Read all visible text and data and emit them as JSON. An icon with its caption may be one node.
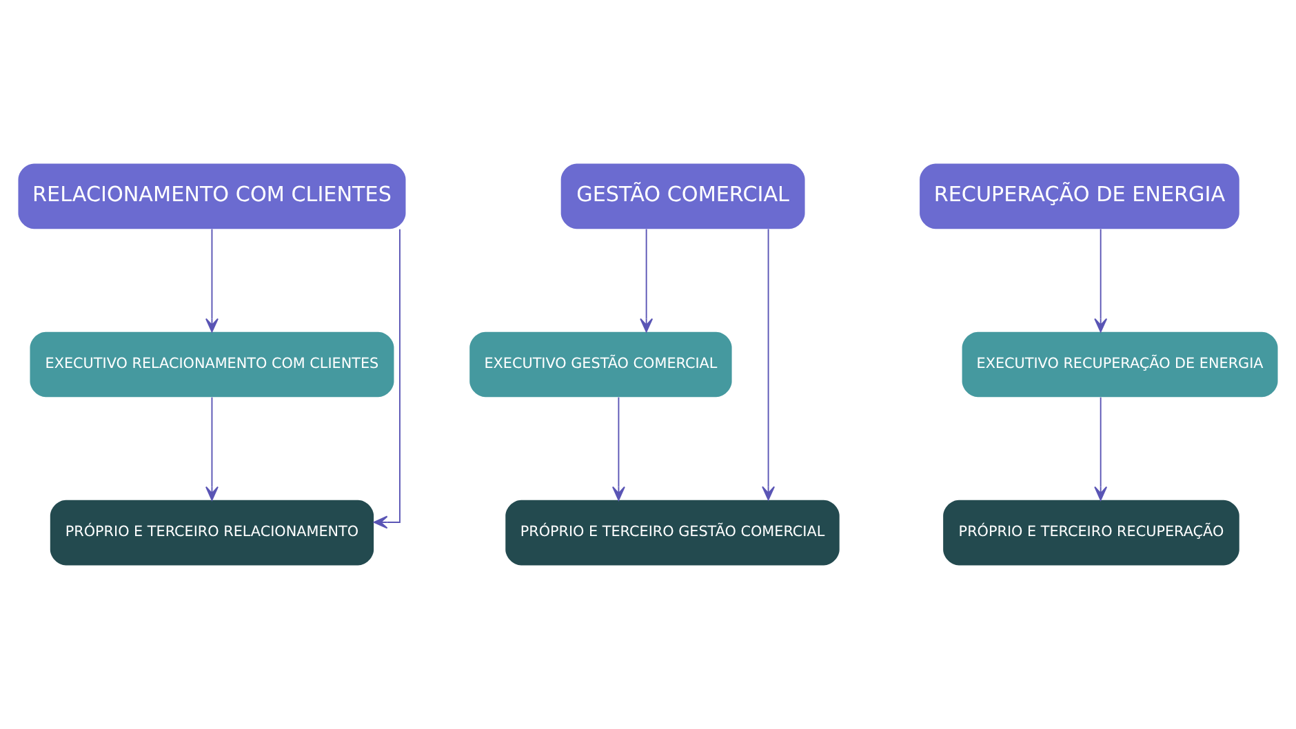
{
  "diagram": {
    "nodes": [
      {
        "text": [
          "RELACIONAMENTO COM CLIENTES"
        ]
      },
      {
        "text": [
          "GESTÃO COMERCIAL"
        ]
      },
      {
        "text": [
          "RECUPERAÇÃO DE ENERGIA"
        ]
      },
      {
        "text": [
          "EXECUTIVO RELACIONAMENTO COM CLIENTES"
        ]
      },
      {
        "text": [
          "EXECUTIVO GESTÃO COMERCIAL"
        ]
      },
      {
        "text": [
          "EXECUTIVO RECUPERAÇÃO DE ENERGIA"
        ]
      },
      {
        "text": [
          "PRÓPRIO E TERCEIRO RELACIONAMENTO"
        ]
      },
      {
        "text": [
          "PRÓPRIO E TERCEIRO GESTÃO COMERCIAL"
        ]
      },
      {
        "text": [
          "PRÓPRIO E TERCEIRO RECUPERAÇÃO"
        ]
      }
    ],
    "edges": [
      {
        "from": 0,
        "to": 3,
        "arrow": "to"
      },
      {
        "from": 3,
        "to": 6,
        "arrow": "to"
      },
      {
        "from": 0,
        "to": 6,
        "arrow": "to"
      },
      {
        "from": 1,
        "to": 4,
        "arrow": "to"
      },
      {
        "from": 4,
        "to": 7,
        "arrow": "to"
      },
      {
        "from": 1,
        "to": 7,
        "arrow": "to"
      },
      {
        "from": 2,
        "to": 5,
        "arrow": "to"
      },
      {
        "from": 5,
        "to": 8,
        "arrow": "to"
      }
    ]
  }
}
